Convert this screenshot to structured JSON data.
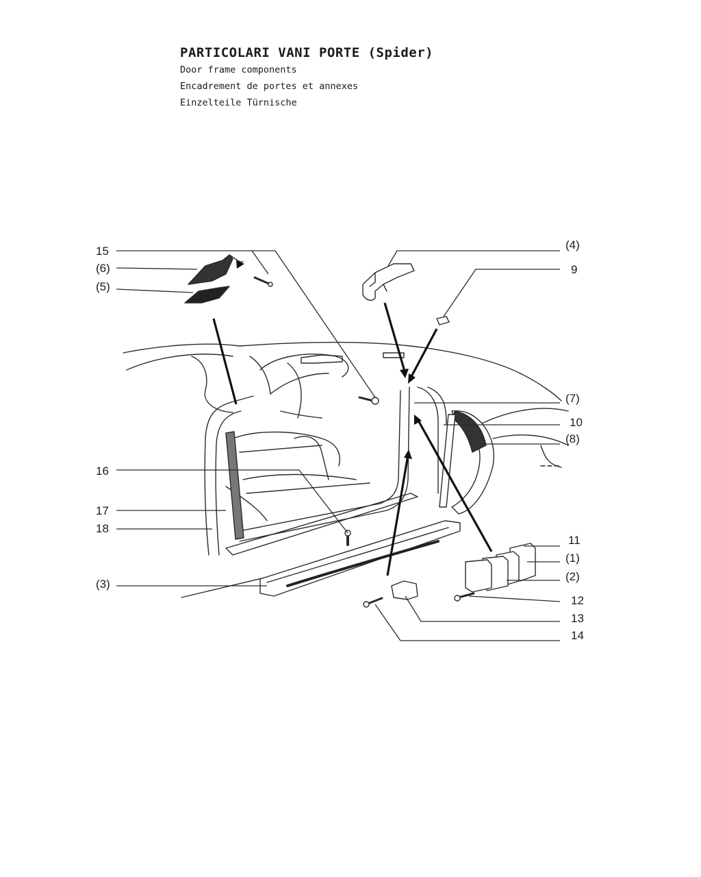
{
  "title": {
    "main": "PARTICOLARI VANI PORTE (Spider)",
    "lines": [
      "Door frame components",
      "Encadrement de portes et annexes",
      "Einzelteile Türnische"
    ]
  },
  "callouts": [
    {
      "id": "15",
      "text": "15"
    },
    {
      "id": "6",
      "text": "(6)"
    },
    {
      "id": "5",
      "text": "(5)"
    },
    {
      "id": "4",
      "text": "(4)"
    },
    {
      "id": "9",
      "text": "9"
    },
    {
      "id": "7",
      "text": "(7)"
    },
    {
      "id": "10",
      "text": "10"
    },
    {
      "id": "8",
      "text": "(8)"
    },
    {
      "id": "16",
      "text": "16"
    },
    {
      "id": "17",
      "text": "17"
    },
    {
      "id": "18",
      "text": "18"
    },
    {
      "id": "11",
      "text": "11"
    },
    {
      "id": "1",
      "text": "(1)"
    },
    {
      "id": "2",
      "text": "(2)"
    },
    {
      "id": "3",
      "text": "(3)"
    },
    {
      "id": "12",
      "text": "12"
    },
    {
      "id": "13",
      "text": "13"
    },
    {
      "id": "14",
      "text": "14"
    }
  ]
}
